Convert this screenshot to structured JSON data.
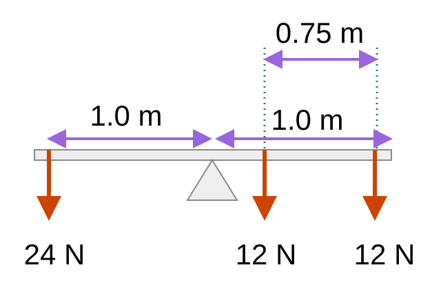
{
  "labels": {
    "top_distance": "0.75 m",
    "left_distance": "1.0 m",
    "right_distance": "1.0 m",
    "force_left": "24 N",
    "force_middle": "12 N",
    "force_right": "12 N"
  },
  "colors": {
    "beam_fill": "#eeeeee",
    "beam_stroke": "#8a8a8a",
    "fulcrum_fill": "#eeeeee",
    "fulcrum_stroke": "#8a8a8a",
    "force_arrow": "#cc4400",
    "dimension_arrow": "#9966dd",
    "guide_line": "#227777"
  }
}
